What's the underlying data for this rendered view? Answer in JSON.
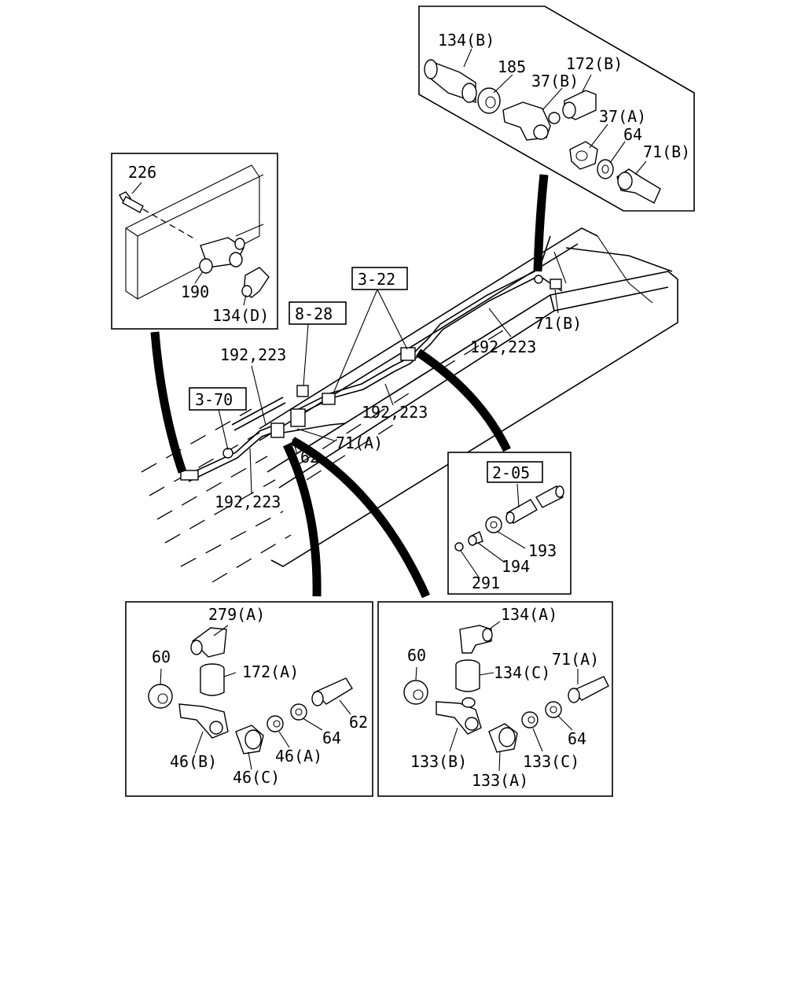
{
  "diagram": {
    "labels": {
      "top_134B": "134(B)",
      "top_185": "185",
      "top_172B": "172(B)",
      "top_37B": "37(B)",
      "top_37A": "37(A)",
      "top_64": "64",
      "top_71B": "71(B)",
      "left_226": "226",
      "left_190": "190",
      "left_134D": "134(D)",
      "ref_3_22": "3-22",
      "ref_8_28": "8-28",
      "ref_3_70": "3-70",
      "ref_2_05": "2-05",
      "pipe_1": "192,223",
      "pipe_2": "192,223",
      "pipe_3": "192,223",
      "pipe_4": "192,223",
      "main_71B": "71(B)",
      "main_71A": "71(A)",
      "main_62": "62",
      "mr_193": "193",
      "mr_194": "194",
      "mr_291": "291",
      "bl_279A": "279(A)",
      "bl_60": "60",
      "bl_172A": "172(A)",
      "bl_62": "62",
      "bl_64": "64",
      "bl_46A": "46(A)",
      "bl_46B": "46(B)",
      "bl_46C": "46(C)",
      "br_134A": "134(A)",
      "br_60": "60",
      "br_134C": "134(C)",
      "br_71A": "71(A)",
      "br_64": "64",
      "br_133B": "133(B)",
      "br_133C": "133(C)",
      "br_133A": "133(A)"
    }
  }
}
